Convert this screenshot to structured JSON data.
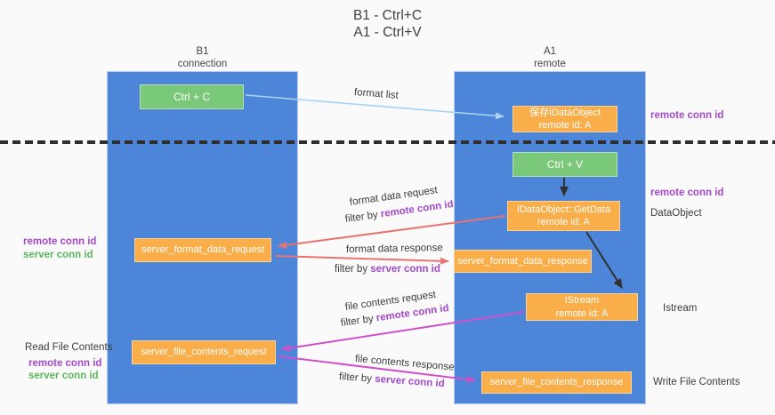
{
  "title": {
    "line1": "B1 - Ctrl+C",
    "line2": "A1 - Ctrl+V"
  },
  "lanes": {
    "left": {
      "name": "B1",
      "role": "connection"
    },
    "right": {
      "name": "A1",
      "role": "remote"
    }
  },
  "boxes": {
    "ctrl_c": {
      "label": "Ctrl + C"
    },
    "save_dataobject": {
      "line1": "保存IDataObject",
      "line2": "remote id: A"
    },
    "ctrl_v": {
      "label": "Ctrl + V"
    },
    "getdata": {
      "line1": "IDataObject::GetData",
      "line2": "remote id: A"
    },
    "format_request": {
      "label": "server_format_data_request"
    },
    "format_response": {
      "label": "server_format_data_response"
    },
    "istream": {
      "line1": "IStream",
      "line2": "remote id: A"
    },
    "file_request": {
      "label": "server_file_contents_request"
    },
    "file_response": {
      "label": "server_file_contents_response"
    }
  },
  "arrow_labels": {
    "format_list": "format list",
    "flows": [
      {
        "label": "format data request",
        "filter_prefix": "filter by ",
        "filter_key": "remote conn id"
      },
      {
        "label": "format data response",
        "filter_prefix": "filter by ",
        "filter_key": "server conn id"
      },
      {
        "label": "file contents request",
        "filter_prefix": "filter by ",
        "filter_key": "remote conn id"
      },
      {
        "label": "file contents response",
        "filter_prefix": "filter by ",
        "filter_key": "server conn id"
      }
    ]
  },
  "side_labels": {
    "left_mid_remote": "remote conn id",
    "left_mid_server": "server conn id",
    "read_file_contents": "Read File Contents",
    "left_bottom_remote": "remote conn id",
    "left_bottom_server": "server conn id",
    "right_top_remote": "remote conn id",
    "right_mid_remote": "remote conn id",
    "dataobject": "DataObject",
    "istream": "Istream",
    "write_file_contents": "Write File Contents"
  },
  "colors": {
    "lane_blue": "#4d86d8",
    "box_green": "#7ac87a",
    "box_orange": "#f9ae49",
    "purple": "#a349c8",
    "green_text": "#5cb85c",
    "arrow_salmon": "#e8736f",
    "arrow_magenta": "#d050c8",
    "arrow_lightblue": "#a9d3f2",
    "arrow_black": "#303030",
    "background": "#fafafa"
  }
}
